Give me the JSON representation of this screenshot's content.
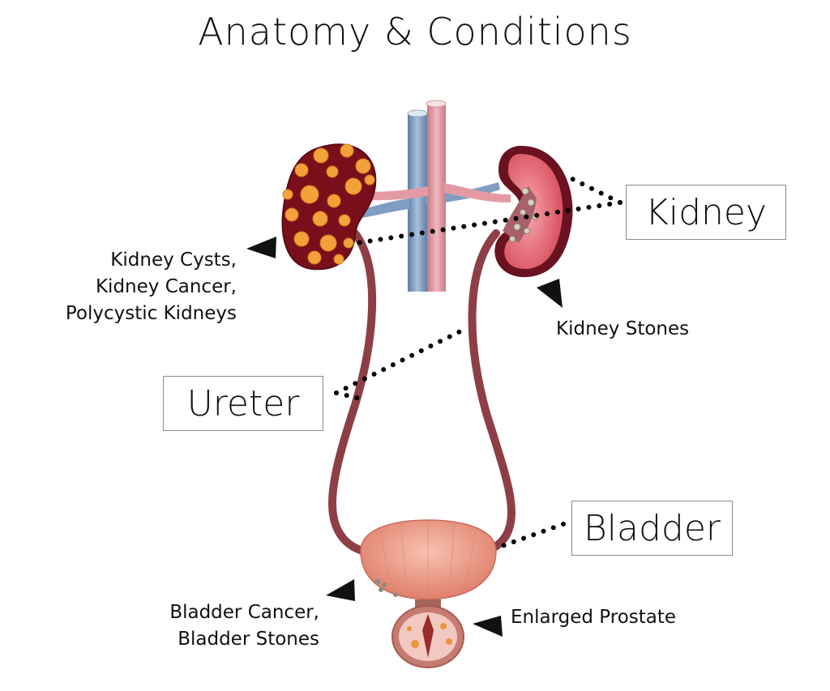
{
  "title": "Anatomy & Conditions",
  "labels": {
    "kidney": "Kidney",
    "ureter": "Ureter",
    "bladder": "Bladder"
  },
  "conditions": {
    "kidney_left": [
      "Kidney Cysts,",
      "Kidney Cancer,",
      "Polycystic Kidneys"
    ],
    "kidney_right": "Kidney Stones",
    "bladder": [
      "Bladder Cancer,",
      "Bladder Stones"
    ],
    "prostate": "Enlarged Prostate"
  },
  "colors": {
    "cyst_kidney": "#7a0f1c",
    "cyst": "#f2a23a",
    "healthy_kidney": "#e2606e",
    "ureter": "#8e3f46",
    "bladder": "#ec9a86",
    "artery": "#e39aa3",
    "vein": "#7f9dc2"
  }
}
